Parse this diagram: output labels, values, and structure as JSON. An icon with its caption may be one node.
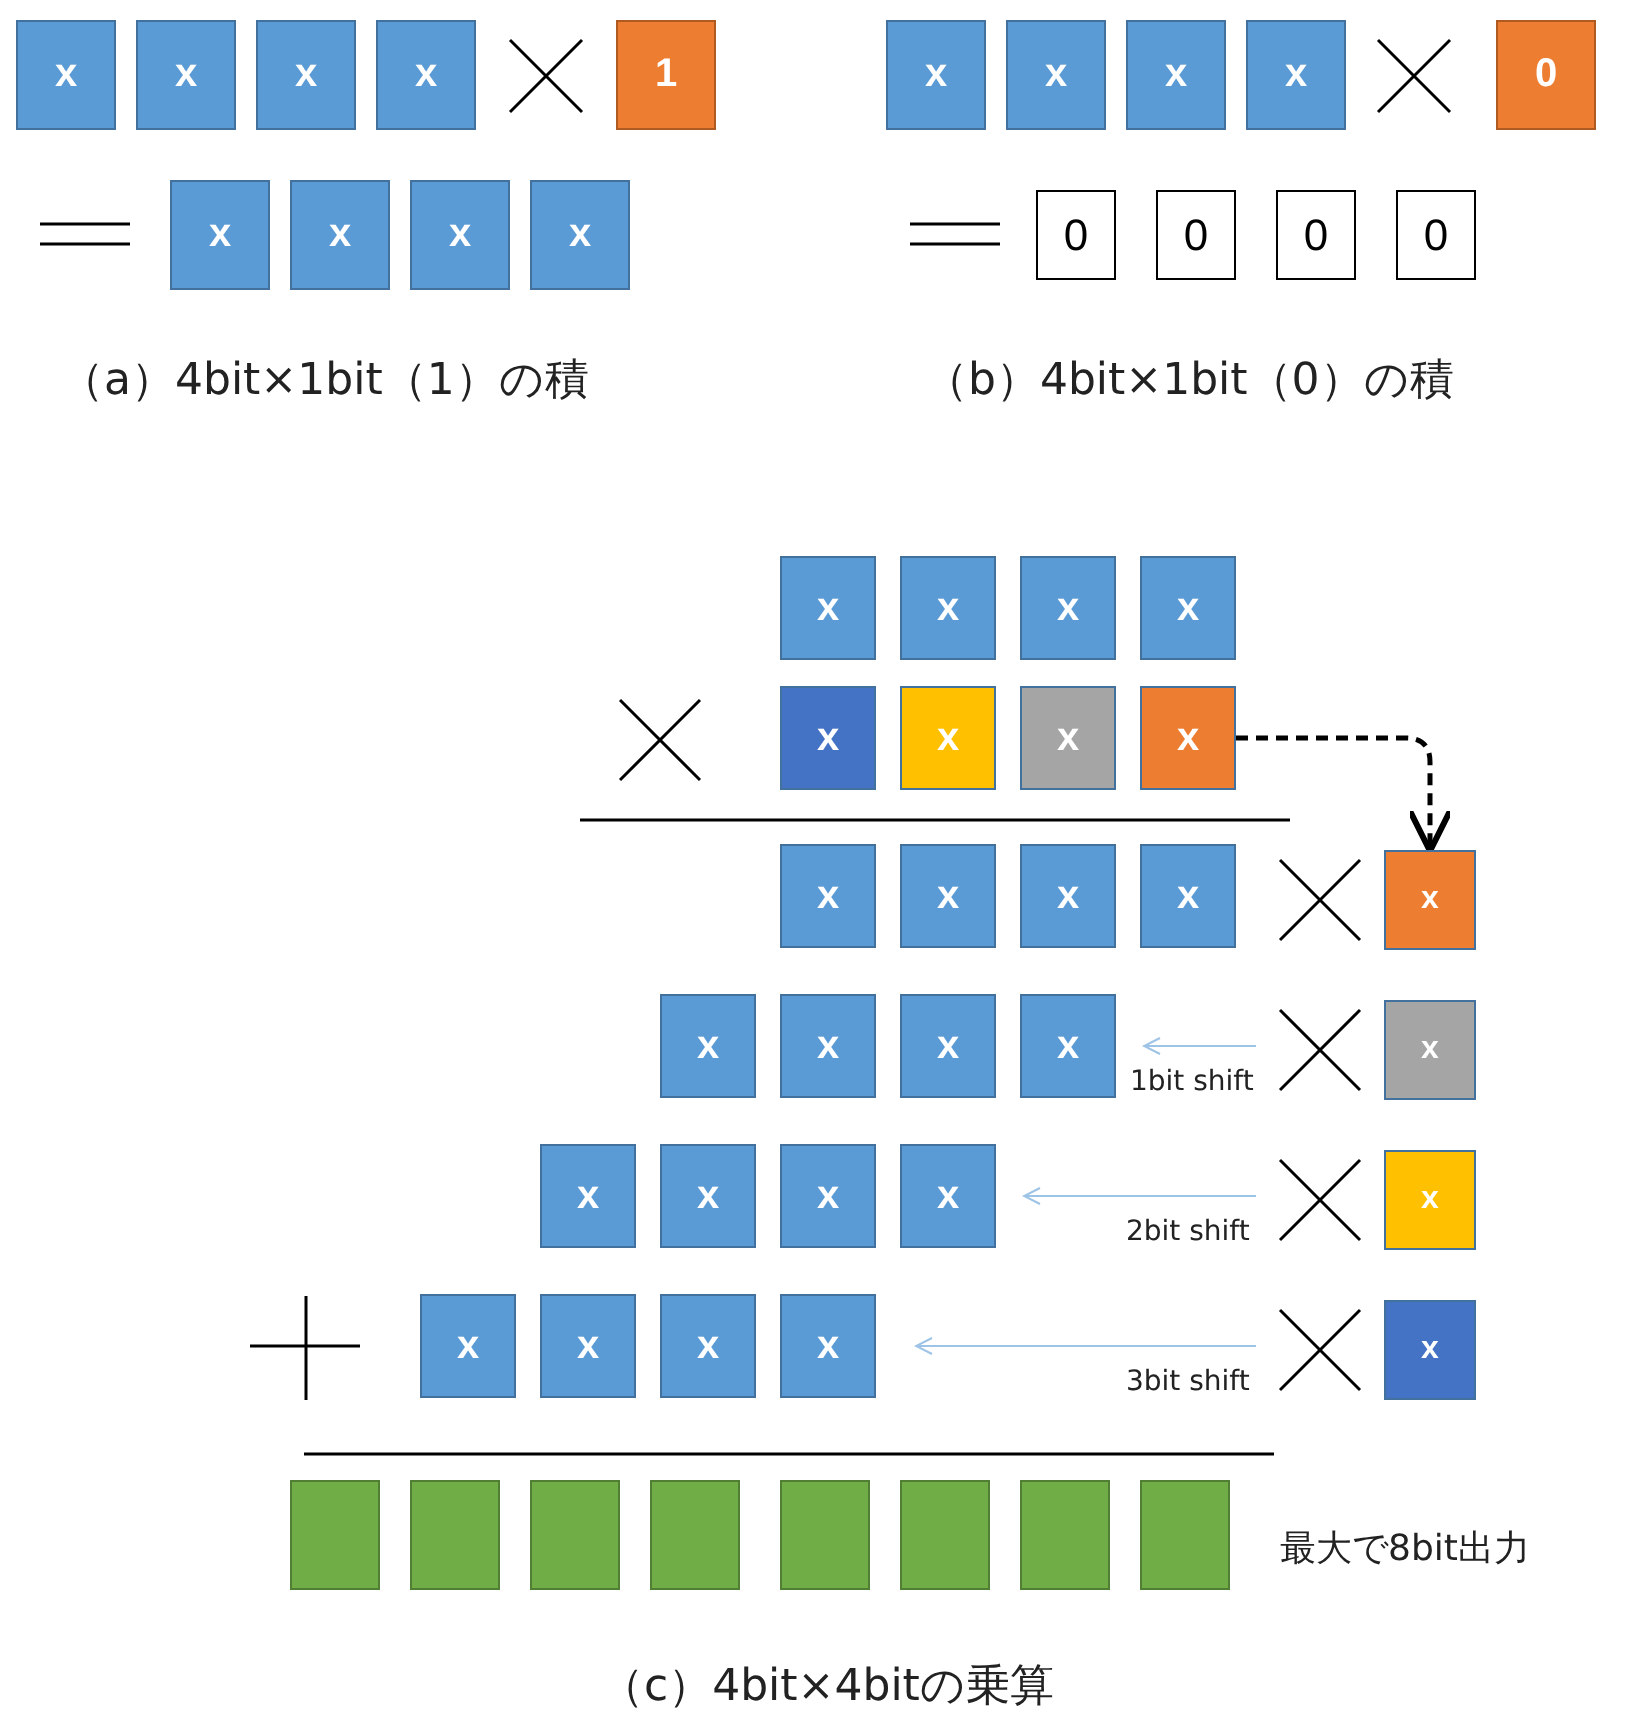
{
  "diagram": {
    "nodes": [
      {
        "text": [
          "x"
        ]
      },
      {
        "text": [
          "x"
        ]
      },
      {
        "text": [
          "x"
        ]
      },
      {
        "text": [
          "x"
        ]
      },
      {
        "text": [
          "1"
        ]
      },
      {
        "text": [
          "x"
        ]
      },
      {
        "text": [
          "x"
        ]
      },
      {
        "text": [
          "x"
        ]
      },
      {
        "text": [
          "x"
        ]
      },
      {
        "text": [
          "x"
        ]
      },
      {
        "text": [
          "x"
        ]
      },
      {
        "text": [
          "x"
        ]
      },
      {
        "text": [
          "x"
        ]
      },
      {
        "text": [
          "0"
        ]
      },
      {
        "text": [
          "0"
        ]
      },
      {
        "text": [
          "0"
        ]
      },
      {
        "text": [
          "0"
        ]
      },
      {
        "text": [
          "0"
        ]
      },
      {
        "text": [
          "x"
        ]
      },
      {
        "text": [
          "x"
        ]
      },
      {
        "text": [
          "x"
        ]
      },
      {
        "text": [
          "x"
        ]
      },
      {
        "text": [
          "x"
        ]
      },
      {
        "text": [
          "x"
        ]
      },
      {
        "text": [
          "x"
        ]
      },
      {
        "text": [
          "x"
        ]
      },
      {
        "text": [
          "x"
        ]
      },
      {
        "text": [
          "x"
        ]
      },
      {
        "text": [
          "x"
        ]
      },
      {
        "text": [
          "x"
        ]
      },
      {
        "text": [
          "x"
        ]
      },
      {
        "text": [
          "x"
        ]
      },
      {
        "text": [
          "x"
        ]
      },
      {
        "text": [
          "x"
        ]
      },
      {
        "text": [
          "x"
        ]
      },
      {
        "text": [
          "x"
        ]
      },
      {
        "text": [
          "x"
        ]
      },
      {
        "text": [
          "x"
        ]
      },
      {
        "text": [
          "x"
        ]
      },
      {
        "text": [
          "x"
        ]
      },
      {
        "text": [
          "x"
        ]
      },
      {
        "text": [
          "x"
        ]
      },
      {
        "text": [
          "x"
        ]
      },
      {
        "text": [
          "x"
        ]
      },
      {
        "text": [
          "x"
        ]
      },
      {
        "text": [
          "x"
        ]
      },
      {
        "text": [],
        "shape": "box"
      },
      {
        "text": [],
        "shape": "box"
      },
      {
        "text": [],
        "shape": "box"
      },
      {
        "text": [],
        "shape": "box"
      },
      {
        "text": [],
        "shape": "box"
      },
      {
        "text": [],
        "shape": "box"
      },
      {
        "text": [],
        "shape": "box"
      },
      {
        "text": [],
        "shape": "box"
      }
    ],
    "edges": [
      {
        "from": 25,
        "to": 30,
        "arrow": "to",
        "style": "dashed"
      }
    ],
    "labels": [
      "（a）4bit×1bit（1）の積",
      "（b）4bit×1bit（0）の積",
      "1bit shift",
      "2bit shift",
      "3bit shift",
      "最大で8bit出力",
      "（c）4bit×4bitの乗算"
    ]
  }
}
